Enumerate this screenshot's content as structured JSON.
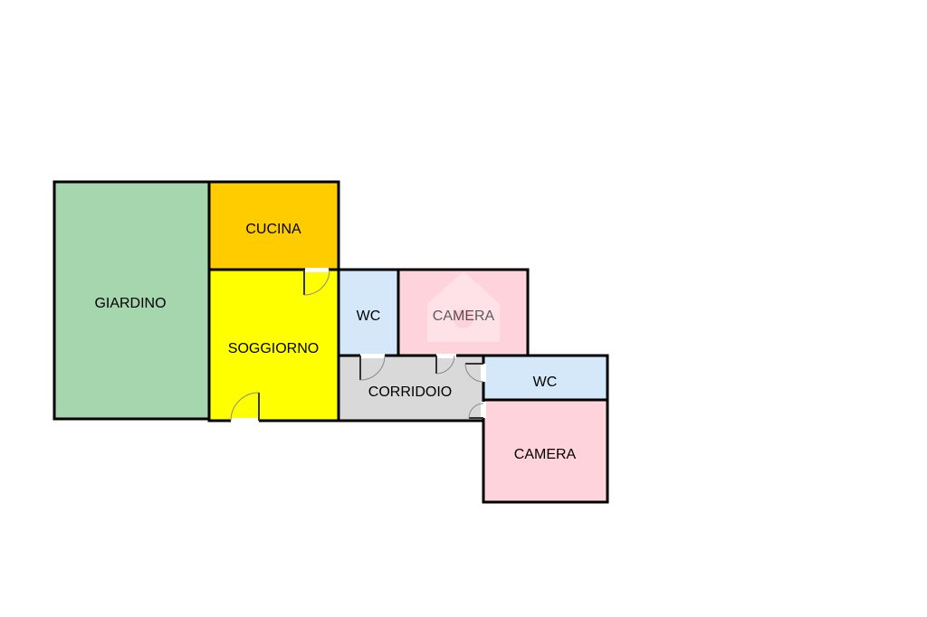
{
  "rooms": {
    "giardino": {
      "label": "GIARDINO",
      "color": "#a5d6ad"
    },
    "cucina": {
      "label": "CUCINA",
      "color": "#ffcc00"
    },
    "soggiorno": {
      "label": "SOGGIORNO",
      "color": "#ffff00"
    },
    "wc_top": {
      "label": "WC",
      "color": "#d5e8fa"
    },
    "camera_top": {
      "label": "CAMERA",
      "color": "#ffd3dc"
    },
    "corridoio": {
      "label": "CORRIDOIO",
      "color": "#d9d9d9"
    },
    "wc_right": {
      "label": "WC",
      "color": "#d5e8fa"
    },
    "camera_right": {
      "label": "CAMERA",
      "color": "#ffd3dc"
    }
  }
}
